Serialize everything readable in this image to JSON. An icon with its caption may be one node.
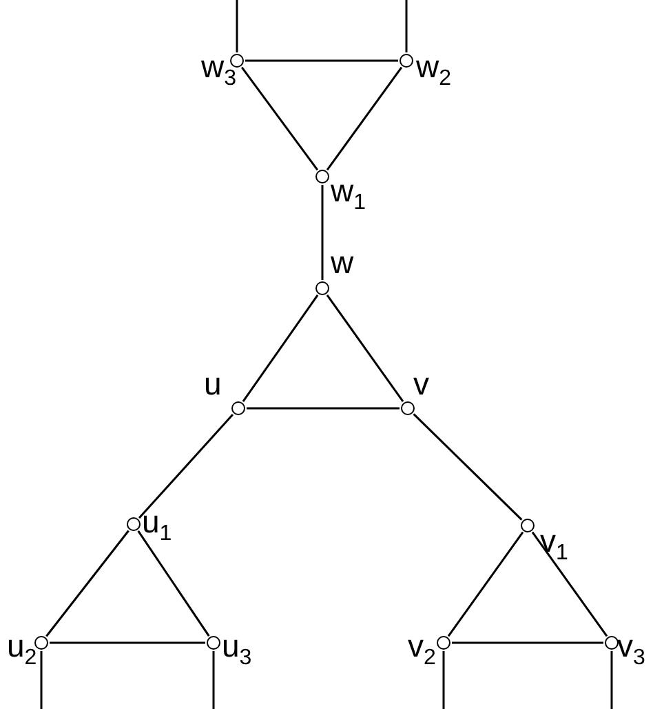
{
  "diagram": {
    "nodes": [
      {
        "text": [],
        "shape": "circle",
        "beside": [
          "w$_{3}$"
        ]
      },
      {
        "text": [],
        "shape": "circle",
        "beside": [
          "w$_{2}$"
        ]
      },
      {
        "text": [],
        "shape": "circle",
        "beside": [
          "w$_{1}$"
        ]
      },
      {
        "text": [],
        "shape": "circle",
        "beside": [
          "w"
        ]
      },
      {
        "text": [],
        "shape": "circle",
        "beside": [
          "u"
        ]
      },
      {
        "text": [],
        "shape": "circle",
        "beside": [
          "v"
        ]
      },
      {
        "text": [],
        "shape": "circle",
        "beside": [
          "u$_{1}$"
        ]
      },
      {
        "text": [],
        "shape": "circle",
        "beside": [
          "v$_{1}$"
        ]
      },
      {
        "text": [],
        "shape": "circle",
        "beside": [
          "u$_{2}$"
        ]
      },
      {
        "text": [],
        "shape": "circle",
        "beside": [
          "u$_{3}$"
        ]
      },
      {
        "text": [],
        "shape": "circle",
        "beside": [
          "v$_{2}$"
        ]
      },
      {
        "text": [],
        "shape": "circle",
        "beside": [
          "v$_{3}$"
        ]
      }
    ],
    "edges": [
      {
        "from": null,
        "to": 0,
        "arrow": "none"
      },
      {
        "from": null,
        "to": 1,
        "arrow": "none"
      },
      {
        "from": 0,
        "to": 1,
        "arrow": "none"
      },
      {
        "from": 0,
        "to": 2,
        "arrow": "none"
      },
      {
        "from": 1,
        "to": 2,
        "arrow": "none"
      },
      {
        "from": 2,
        "to": 3,
        "arrow": "none"
      },
      {
        "from": 3,
        "to": 4,
        "arrow": "none"
      },
      {
        "from": 3,
        "to": 5,
        "arrow": "none"
      },
      {
        "from": 4,
        "to": 5,
        "arrow": "none"
      },
      {
        "from": 4,
        "to": 6,
        "arrow": "none"
      },
      {
        "from": 5,
        "to": 7,
        "arrow": "none"
      },
      {
        "from": 6,
        "to": 8,
        "arrow": "none"
      },
      {
        "from": 6,
        "to": 9,
        "arrow": "none"
      },
      {
        "from": 8,
        "to": 9,
        "arrow": "none"
      },
      {
        "from": 7,
        "to": 10,
        "arrow": "none"
      },
      {
        "from": 7,
        "to": 11,
        "arrow": "none"
      },
      {
        "from": 10,
        "to": 11,
        "arrow": "none"
      },
      {
        "from": 8,
        "to": null,
        "arrow": "none"
      },
      {
        "from": 9,
        "to": null,
        "arrow": "none"
      },
      {
        "from": 10,
        "to": null,
        "arrow": "none"
      },
      {
        "from": 11,
        "to": null,
        "arrow": "none"
      }
    ]
  }
}
